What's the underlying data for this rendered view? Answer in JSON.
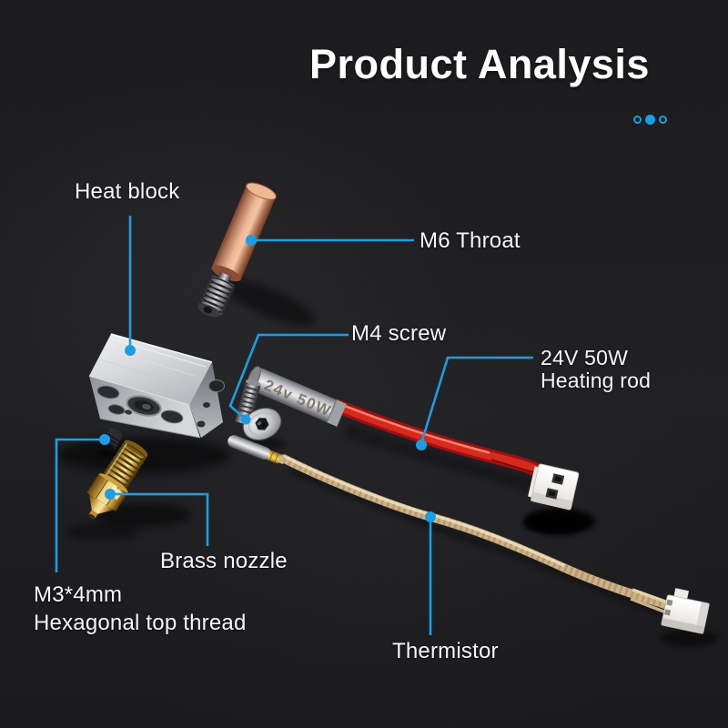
{
  "title": "Product Analysis",
  "accent_color": "#1b9ee3",
  "pagination": {
    "dots": [
      {
        "index": 1,
        "state": "inactive"
      },
      {
        "index": 2,
        "state": "active"
      },
      {
        "index": 3,
        "state": "inactive"
      }
    ]
  },
  "callouts": {
    "heat_block": "Heat block",
    "m6_throat": "M6 Throat",
    "m4_screw": "M4 screw",
    "heating_rod_line1": "24V 50W",
    "heating_rod_line2": "Heating rod",
    "brass_nozzle": "Brass nozzle",
    "m3_line1": "M3*4mm",
    "m3_line2": "Hexagonal top thread",
    "thermistor": "Thermistor"
  },
  "engravings": {
    "heating_rod": "24v 50W"
  }
}
